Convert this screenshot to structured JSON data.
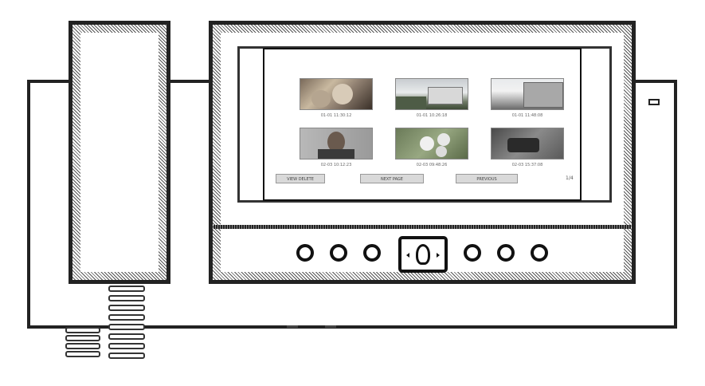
{
  "device": {
    "thumbnails": [
      {
        "caption": "01-01 11:30:12",
        "name": "thumb-baby"
      },
      {
        "caption": "01-01 10:26:18",
        "name": "thumb-building-1"
      },
      {
        "caption": "01-01 11:48:08",
        "name": "thumb-building-2"
      },
      {
        "caption": "02-03 10:12:23",
        "name": "thumb-portrait"
      },
      {
        "caption": "02-03 09:48:26",
        "name": "thumb-flowers"
      },
      {
        "caption": "02-03 15:37:08",
        "name": "thumb-camera"
      }
    ],
    "screen_buttons": [
      {
        "label": "VIEW DELETE"
      },
      {
        "label": "NEXT PAGE"
      },
      {
        "label": "PREVIOUS"
      }
    ],
    "page_indicator": "1/4"
  }
}
